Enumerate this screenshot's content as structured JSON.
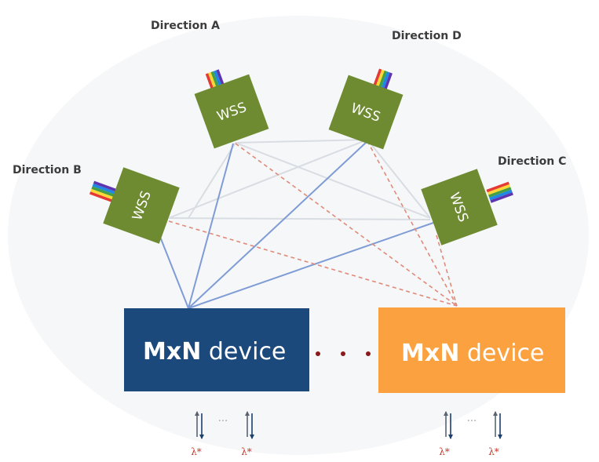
{
  "directions": {
    "a": "Direction A",
    "b": "Direction B",
    "c": "Direction C",
    "d": "Direction D"
  },
  "wss_label": "WSS",
  "devices": {
    "left": {
      "bold": "MxN",
      "rest": " device",
      "color": "#1c497c"
    },
    "right": {
      "bold": "MxN",
      "rest": " device",
      "color": "#fca13f"
    }
  },
  "io": {
    "lambda": "λ*",
    "ellipsis": "···"
  },
  "colors": {
    "wss_green": "#6e8b32",
    "blue_link": "#7f9cd6",
    "red_link": "#e08a7a",
    "gray_link": "#d8dde3",
    "connector_dots": "#8b1a1a"
  }
}
